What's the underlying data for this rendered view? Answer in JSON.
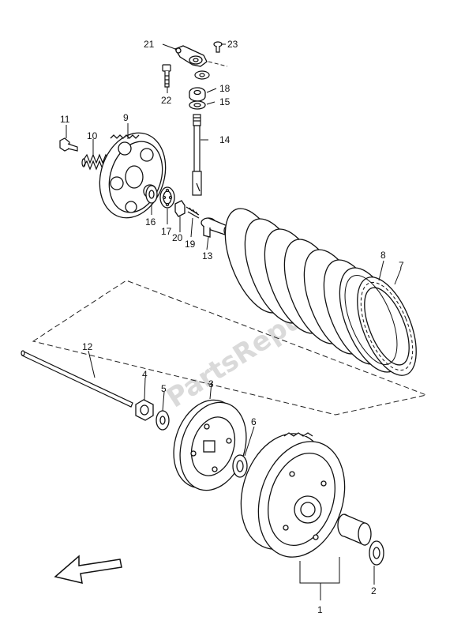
{
  "watermark": "PartsRepublik",
  "callouts": [
    {
      "id": "1",
      "text": "1"
    },
    {
      "id": "2",
      "text": "2"
    },
    {
      "id": "3",
      "text": "3"
    },
    {
      "id": "4",
      "text": "4"
    },
    {
      "id": "5",
      "text": "5"
    },
    {
      "id": "6",
      "text": "6"
    },
    {
      "id": "7",
      "text": "7"
    },
    {
      "id": "8",
      "text": "8"
    },
    {
      "id": "9",
      "text": "9"
    },
    {
      "id": "10",
      "text": "10"
    },
    {
      "id": "11",
      "text": "11"
    },
    {
      "id": "12",
      "text": "12"
    },
    {
      "id": "13",
      "text": "13"
    },
    {
      "id": "14",
      "text": "14"
    },
    {
      "id": "15",
      "text": "15"
    },
    {
      "id": "16",
      "text": "16"
    },
    {
      "id": "17",
      "text": "17"
    },
    {
      "id": "18",
      "text": "18"
    },
    {
      "id": "19",
      "text": "19"
    },
    {
      "id": "20",
      "text": "20"
    },
    {
      "id": "21",
      "text": "21"
    },
    {
      "id": "22",
      "text": "22"
    },
    {
      "id": "23",
      "text": "23"
    }
  ]
}
